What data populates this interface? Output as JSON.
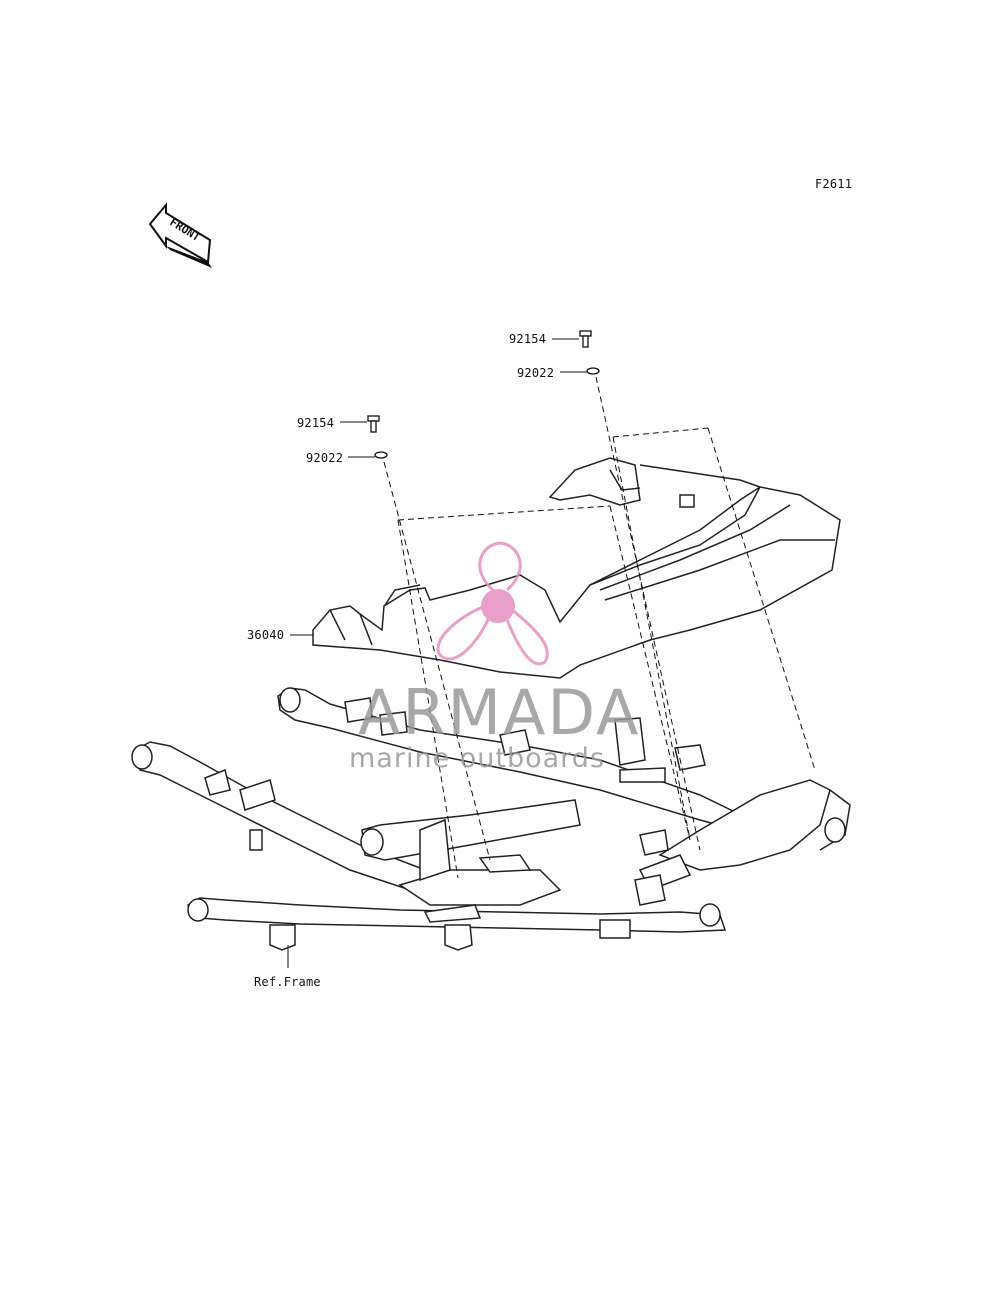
{
  "figure": {
    "code": "F2611",
    "front_label": "FRONT"
  },
  "parts": {
    "screw_a": "92154",
    "washer_a": "92022",
    "screw_b": "92154",
    "washer_b": "92022",
    "cover": "36040",
    "frame": "Ref.Frame"
  },
  "watermark": {
    "title": "ARMADA",
    "subtitle": "marine outboards",
    "logo_color": "#e58fc0",
    "text_color": "#9a9a9a"
  }
}
